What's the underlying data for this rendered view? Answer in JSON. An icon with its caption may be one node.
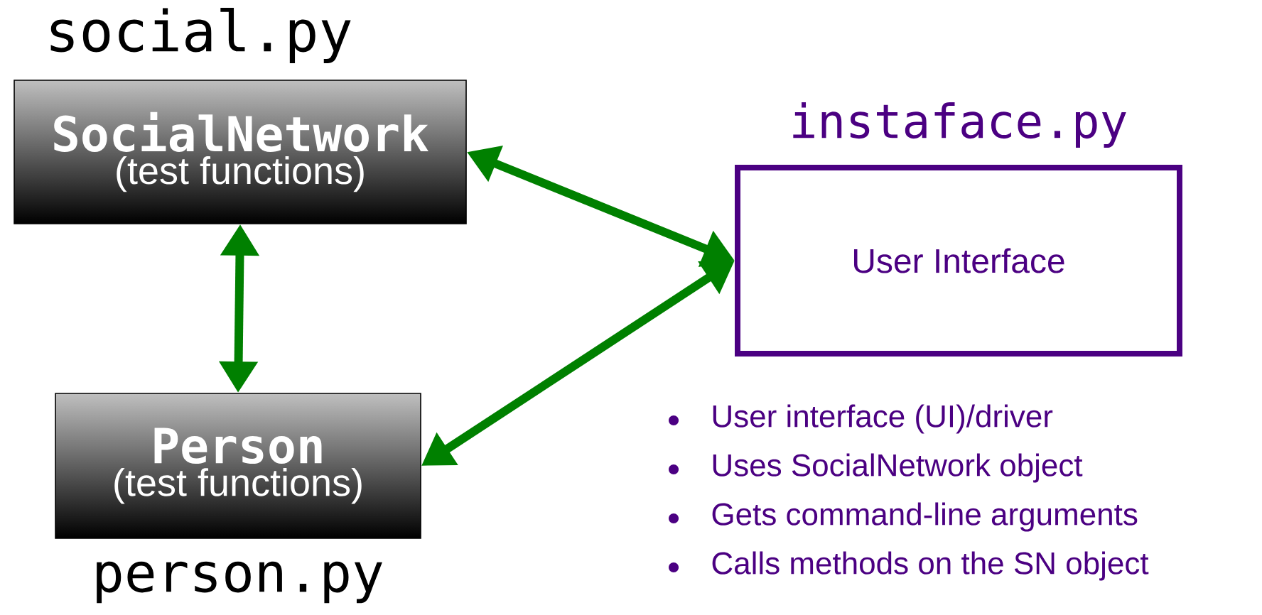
{
  "diagram": {
    "nodes": [
      {
        "text": [
          "SocialNetwork",
          "(test functions)"
        ],
        "beside": [
          "social.py"
        ]
      },
      {
        "text": [
          "User Interface"
        ],
        "beside": [
          "instaface.py"
        ]
      },
      {
        "text": [
          "Person",
          "(test functions)"
        ],
        "beside": [
          "person.py"
        ]
      }
    ],
    "edges": [
      {
        "from": 0,
        "to": 1,
        "arrow": "both"
      },
      {
        "from": 0,
        "to": 2,
        "arrow": "both"
      },
      {
        "from": 2,
        "to": 1,
        "arrow": "both"
      }
    ],
    "labels": [
      "User interface (UI)/driver",
      "Uses SocialNetwork object",
      "Gets command-line arguments",
      "Calls methods on the SN object"
    ]
  }
}
